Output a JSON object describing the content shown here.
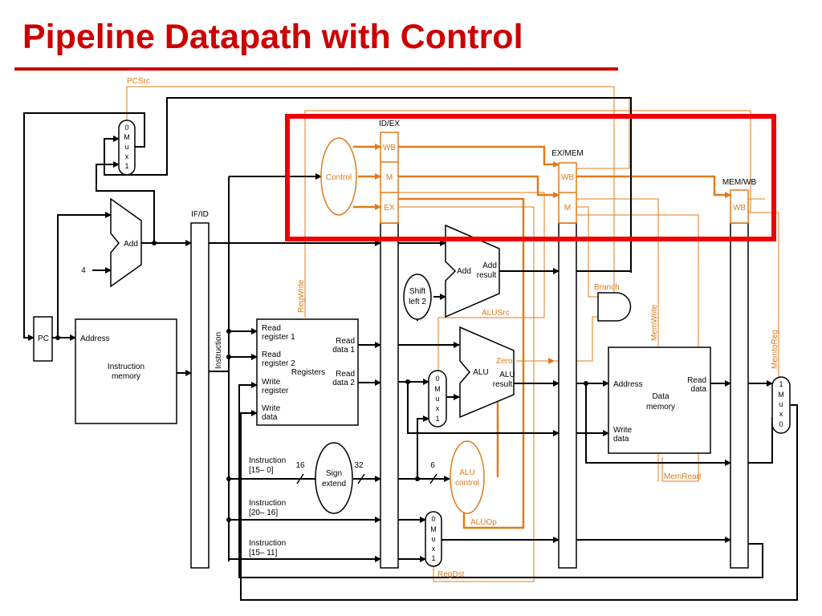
{
  "title": "Pipeline Datapath with Control",
  "colors": {
    "title": "#cc0000",
    "control_lines": "#e07b1a",
    "datapath": "#000000",
    "highlight": "#ee0000"
  },
  "pipeline_registers": {
    "if_id": "IF/ID",
    "id_ex": "ID/EX",
    "ex_mem": "EX/MEM",
    "mem_wb": "MEM/WB"
  },
  "stage_fields": {
    "wb": "WB",
    "m": "M",
    "ex": "EX"
  },
  "blocks": {
    "control": "Control",
    "pc": "PC",
    "add": "Add",
    "const_four": "4",
    "instruction_memory": {
      "address": "Address",
      "name": [
        "Instruction",
        "memory"
      ]
    },
    "instruction_bus": "Instruction",
    "registers": {
      "read_register_1": [
        "Read",
        "register 1"
      ],
      "read_register_2": [
        "Read",
        "register 2"
      ],
      "write_register": [
        "Write",
        "register"
      ],
      "write_data": [
        "Write",
        "data"
      ],
      "name": "Registers",
      "read_data_1": [
        "Read",
        "data 1"
      ],
      "read_data_2": [
        "Read",
        "data 2"
      ]
    },
    "shift_left": [
      "Shift",
      "left 2"
    ],
    "add_result": {
      "name": "Add",
      "result": [
        "Add",
        "result"
      ]
    },
    "alu": {
      "name": "ALU",
      "zero": "Zero",
      "result": [
        "ALU",
        "result"
      ]
    },
    "alu_control": [
      "ALU",
      "control"
    ],
    "sign_extend": [
      "Sign",
      "extend"
    ],
    "data_memory": {
      "address": "Address",
      "read_data": [
        "Read",
        "data"
      ],
      "write_data": [
        "Write",
        "data"
      ],
      "name": [
        "Data",
        "memory"
      ]
    },
    "instruction_fields": {
      "f15_0": [
        "Instruction",
        "[15– 0]"
      ],
      "f20_16": [
        "Instruction",
        "[20– 16]"
      ],
      "f15_11": [
        "Instruction",
        "[15– 11]"
      ]
    },
    "bus_widths": {
      "sixteen": "16",
      "thirty_two": "32",
      "six": "6"
    }
  },
  "muxes": {
    "pc_mux": [
      "0",
      "M",
      "u",
      "x",
      "1"
    ],
    "alusrc_mux": [
      "0",
      "M",
      "u",
      "x",
      "1"
    ],
    "regdst_mux": [
      "0",
      "M",
      "u",
      "x",
      "1"
    ],
    "memtoreg_mux": [
      "1",
      "M",
      "u",
      "x",
      "0"
    ]
  },
  "control_signals": {
    "pcsrc": "PCSrc",
    "regwrite": "RegWrite",
    "branch": "Branch",
    "memwrite": "MemWrite",
    "alusrc": "ALUSrc",
    "memtoreg": "MemtoReg",
    "memread": "MemRead",
    "aluop": "ALUOp",
    "regdst": "RegDst"
  }
}
